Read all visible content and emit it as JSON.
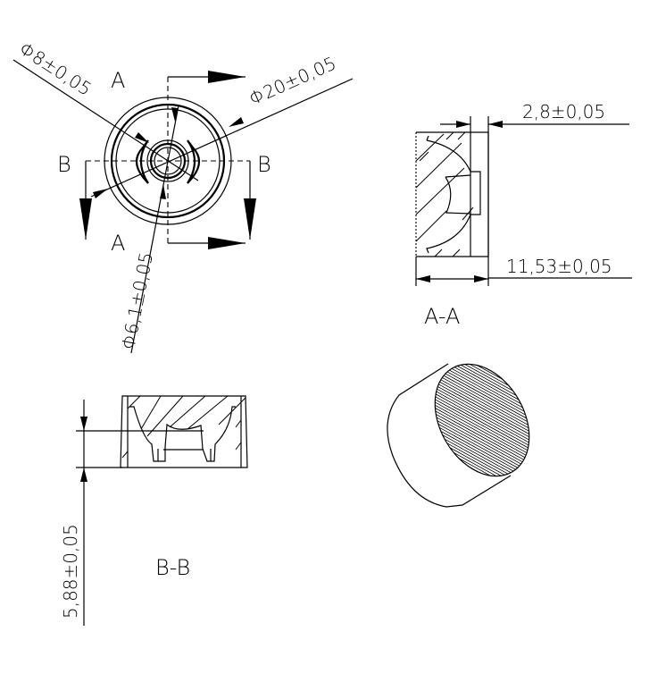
{
  "drawing": {
    "top_view": {
      "section_label_a_top": "A",
      "section_label_a_bottom": "A",
      "section_label_b_left": "B",
      "section_label_b_right": "B",
      "dim_inner_diameter": "Φ8±0,05",
      "dim_outer_diameter": "Φ20±0,05",
      "dim_center_diameter": "Φ6,1±0,05"
    },
    "section_aa": {
      "title": "A-A",
      "dim_thickness": "2,8±0,05",
      "dim_height": "11,53±0,05"
    },
    "section_bb": {
      "title": "B-B",
      "dim_depth": "5,88±0,05"
    }
  }
}
